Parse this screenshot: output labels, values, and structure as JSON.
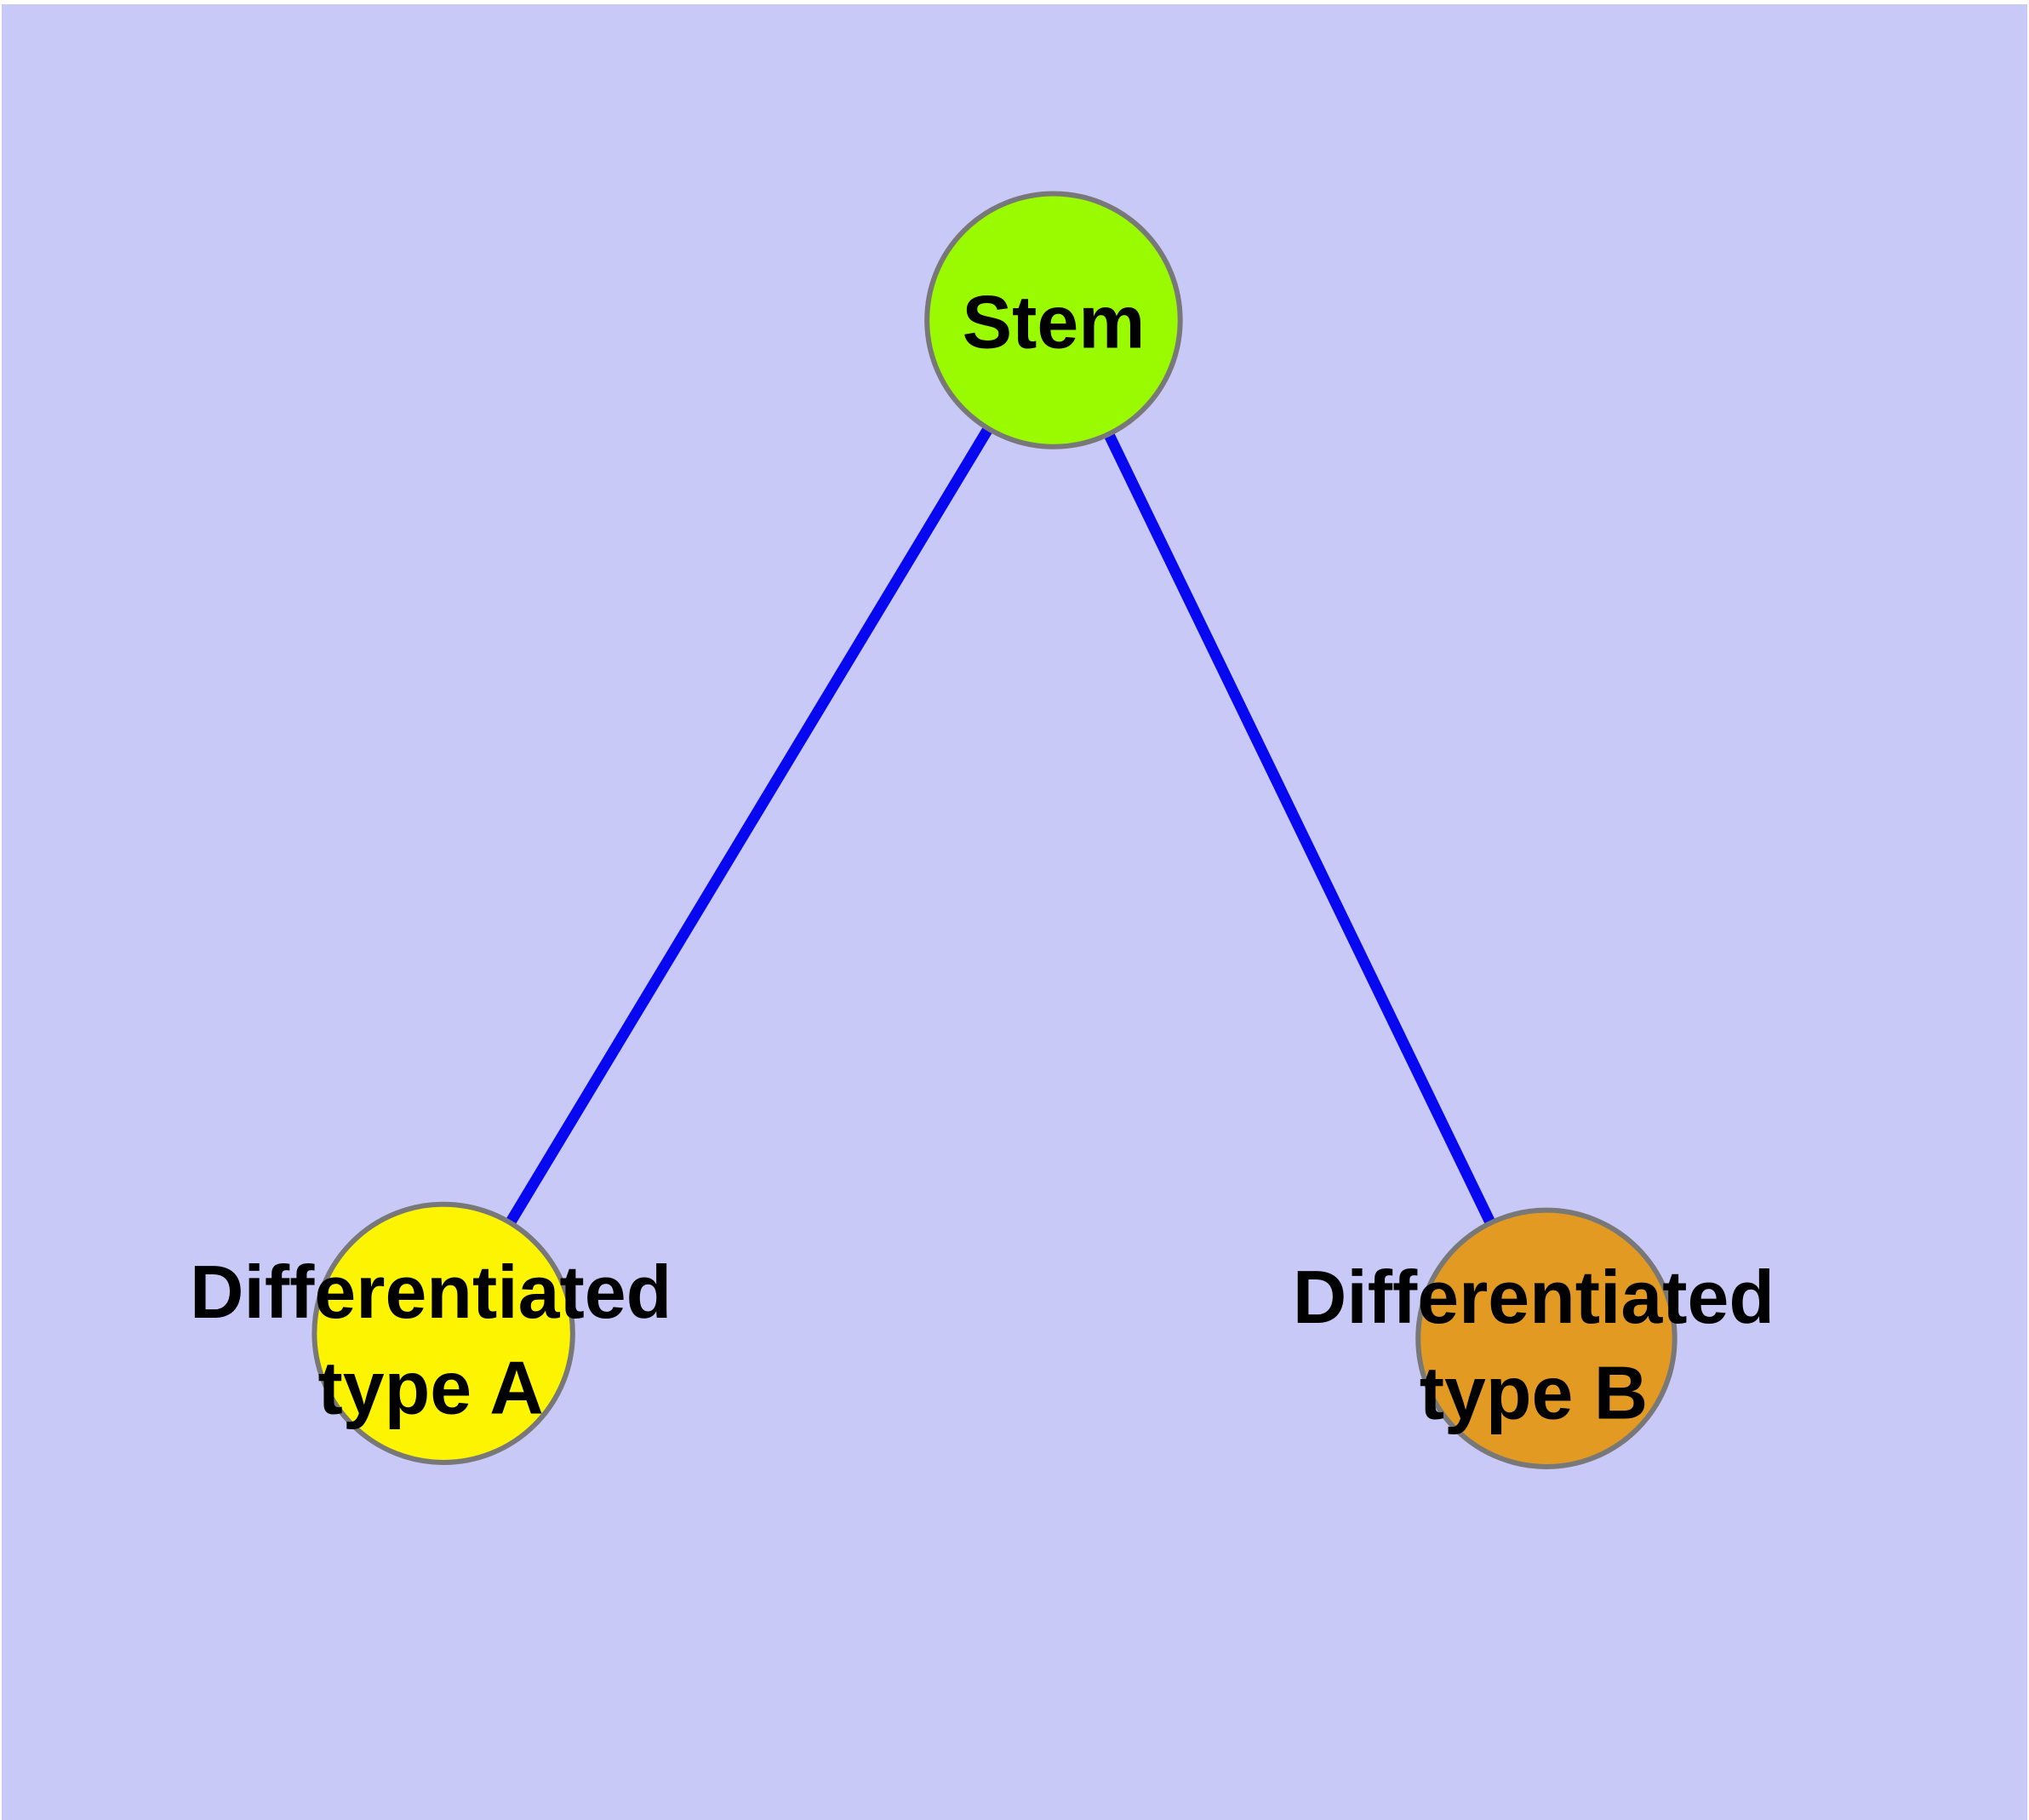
{
  "background": {
    "canvas_color": "#C9C9F8",
    "frame_color": "#FFFFFF"
  },
  "styles": {
    "edge_color": "#0808F0",
    "node_border_color": "#787878",
    "label_color": "#000000"
  },
  "nodes": {
    "stem": {
      "label": "Stem",
      "fill": "#9AFA00"
    },
    "type_a": {
      "label_line1": "Differentiated",
      "label_line2": "type A",
      "fill": "#FCF400"
    },
    "type_b": {
      "label_line1": "Differentiated",
      "label_line2": "type B",
      "fill": "#E39A22"
    }
  },
  "edges": [
    {
      "from": "Stem",
      "to": "Differentiated type A"
    },
    {
      "from": "Stem",
      "to": "Differentiated type B"
    }
  ]
}
